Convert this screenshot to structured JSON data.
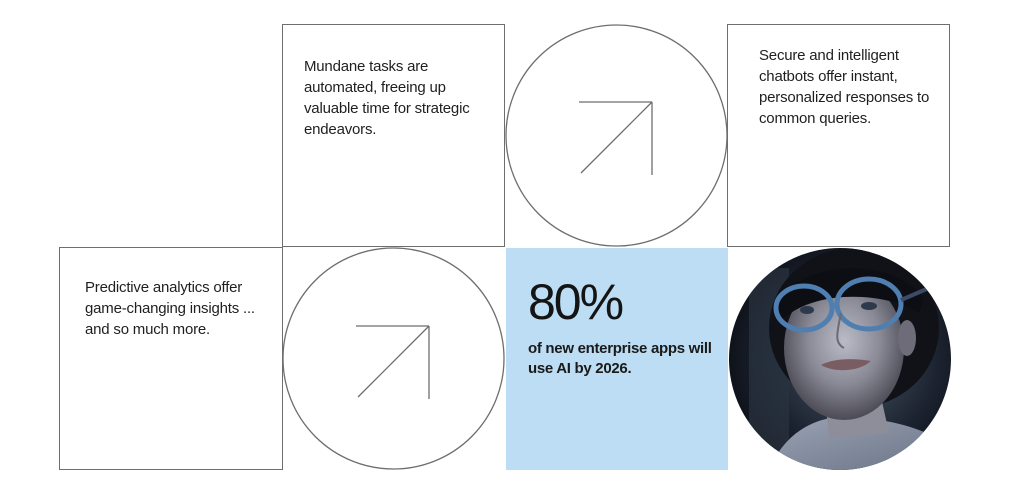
{
  "cards": {
    "automation": {
      "text": "Mundane tasks are automated, freeing up valuable time for strategic endeavors."
    },
    "chatbots": {
      "text": "Secure and intelligent chatbots offer instant, personalized responses to common queries."
    },
    "analytics": {
      "text": "Predictive analytics offer game-changing insights ... and so much more."
    }
  },
  "stat": {
    "value": "80%",
    "description": "of new enterprise apps will use AI by 2026."
  },
  "icons": {
    "top_arrow": "arrow-up-right-icon",
    "bottom_arrow": "arrow-up-right-icon"
  },
  "photo": {
    "alt": "Woman wearing glasses lit by a screen"
  },
  "colors": {
    "stat_background": "#bcddf3",
    "border": "#6e6e6e",
    "text": "#1a1a1a"
  }
}
